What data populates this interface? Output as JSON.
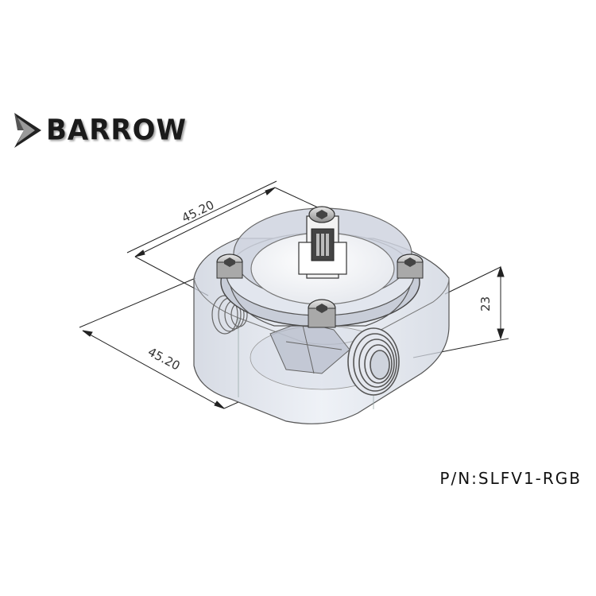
{
  "brand": {
    "name": "BARROW",
    "mark_icon": "triangle-arrow-logo-icon"
  },
  "dimensions": {
    "top_width": "45.20",
    "front_width": "45.20",
    "height": "23"
  },
  "part_number": "P/N:SLFV1-RGB",
  "colors": {
    "background": "#ffffff",
    "line": "#222222",
    "body_tint": "#dde3ee"
  }
}
